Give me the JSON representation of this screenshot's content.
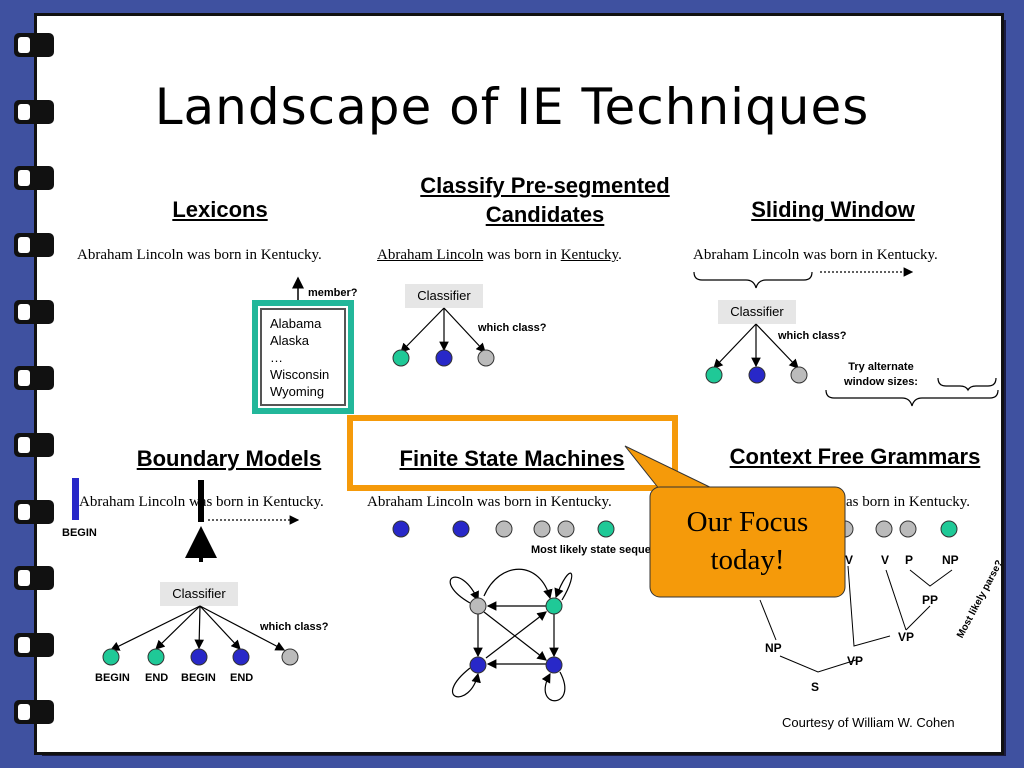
{
  "slide": {
    "title": "Landscape of IE Techniques",
    "credit": "Courtesy of William W. Cohen"
  },
  "sentence": "Abraham Lincoln was born in Kentucky.",
  "lexicons": {
    "heading": "Lexicons",
    "member_label": "member?",
    "entries": [
      "Alabama",
      "Alaska",
      "…",
      "Wisconsin",
      "Wyoming"
    ]
  },
  "classify": {
    "heading_line1": "Classify Pre-segmented",
    "heading_line2": "Candidates",
    "sentence_parts": [
      "Abraham Lincoln",
      " was born in ",
      "Kentucky",
      "."
    ],
    "classifier_label": "Classifier",
    "question": "which class?"
  },
  "sliding": {
    "heading": "Sliding Window",
    "classifier_label": "Classifier",
    "question": "which class?",
    "alternate_line1": "Try alternate",
    "alternate_line2": "window sizes:"
  },
  "boundary": {
    "heading": "Boundary Models",
    "sentence": "Abraham Lincoln was born in Kentucky.",
    "begin_marker": "BEGIN",
    "classifier_label": "Classifier",
    "question": "which class?",
    "node_labels": [
      "BEGIN",
      "END",
      "BEGIN",
      "END"
    ]
  },
  "fsm": {
    "heading": "Finite State Machines",
    "sentence": "Abraham Lincoln was born in Kentucky.",
    "sequence_label": "Most likely state sequence?"
  },
  "cfg": {
    "heading": "Context Free Grammars",
    "sentence_visible": "as born in Kentucky.",
    "tags": [
      "V",
      "V",
      "P",
      "NP"
    ],
    "phrases": [
      "PP",
      "VP",
      "NP",
      "VP",
      "S"
    ],
    "parse_label": "Most likely parse?"
  },
  "callout": {
    "line1": "Our Focus",
    "line2": "today!"
  },
  "colors": {
    "frame": "#3f51a0",
    "teal": "#1fc997",
    "blue": "#2828c8",
    "gray": "#bbbbbb",
    "orange": "#f59a0a",
    "lexicon_border": "#22b79a"
  }
}
